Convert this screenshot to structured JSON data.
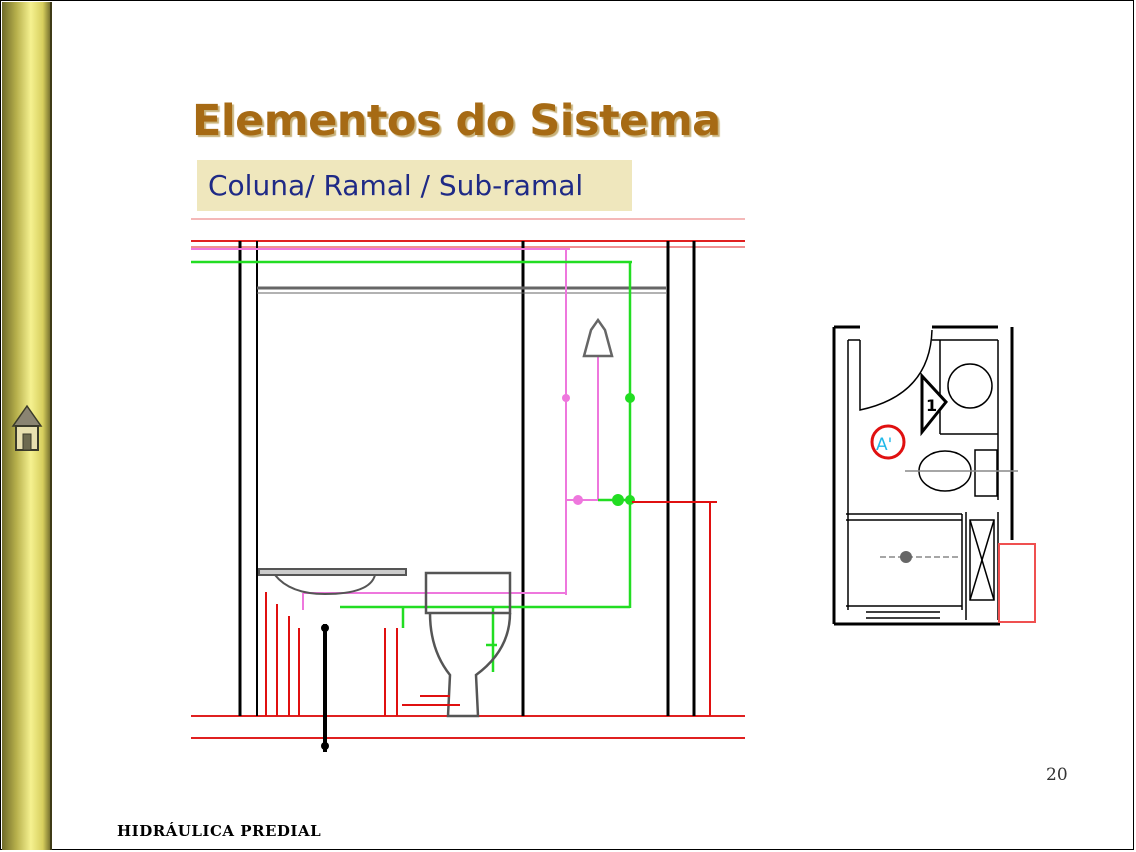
{
  "slide": {
    "title": "Elementos do Sistema",
    "subtitle": "Coluna/ Ramal / Sub-ramal",
    "page_number": "20",
    "footer": "HIDRÁULICA PREDIAL"
  },
  "navigation": {
    "home_icon": "home-icon"
  },
  "plan_view": {
    "marker_label": "A'",
    "marker_number": "1"
  },
  "colors": {
    "title": "#a66a14",
    "subtitle_text": "#1f2a86",
    "subtitle_bg": "#efe7bd",
    "cold_water_pipe": "#22dd22",
    "hot_water_pipe": "#ee77dd",
    "dimension_lines": "#e01010"
  }
}
